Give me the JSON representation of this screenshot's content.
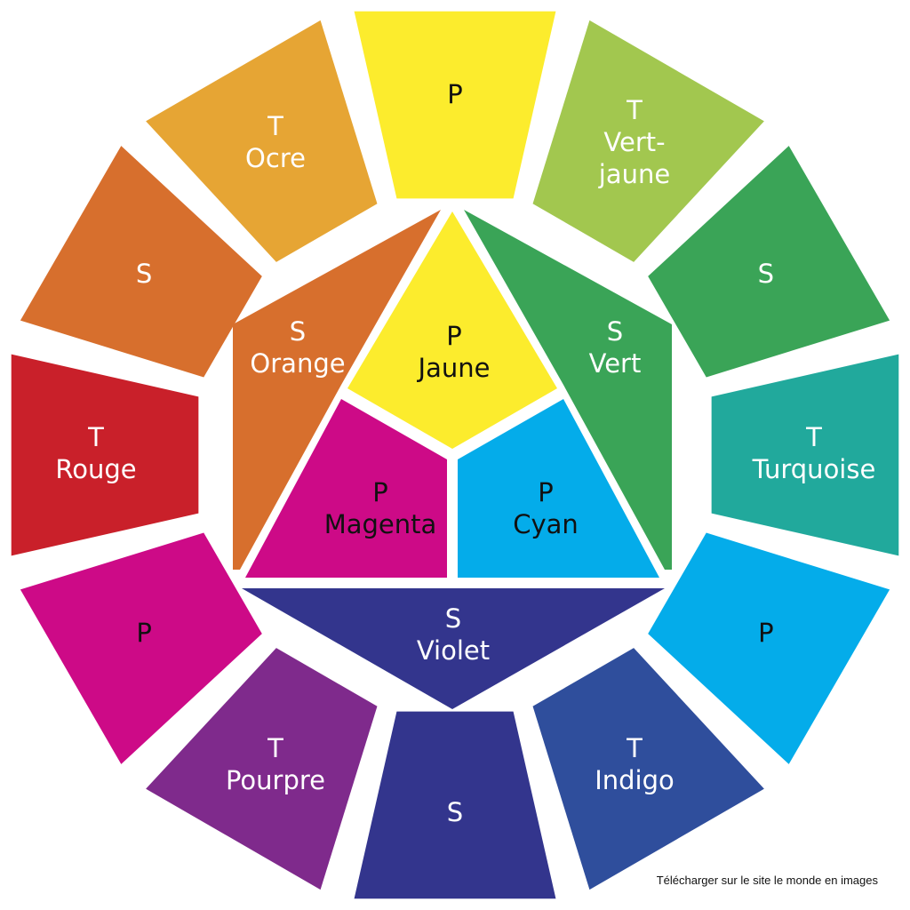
{
  "outer_ring": [
    {
      "lines": [
        "P"
      ],
      "color": "#fcec2d",
      "text_color": "#111111"
    },
    {
      "lines": [
        "T",
        "Vert-",
        "jaune"
      ],
      "color": "#a2c74f",
      "text_color": "#ffffff"
    },
    {
      "lines": [
        "S"
      ],
      "color": "#3aa457",
      "text_color": "#ffffff"
    },
    {
      "lines": [
        "T",
        "Turquoise"
      ],
      "color": "#21a99c",
      "text_color": "#ffffff"
    },
    {
      "lines": [
        "P"
      ],
      "color": "#04acea",
      "text_color": "#111111"
    },
    {
      "lines": [
        "T",
        "Indigo"
      ],
      "color": "#2f4e9c",
      "text_color": "#ffffff"
    },
    {
      "lines": [
        "S"
      ],
      "color": "#33358d",
      "text_color": "#ffffff"
    },
    {
      "lines": [
        "T",
        "Pourpre"
      ],
      "color": "#7f2a8c",
      "text_color": "#ffffff"
    },
    {
      "lines": [
        "P"
      ],
      "color": "#cd0a87",
      "text_color": "#111111"
    },
    {
      "lines": [
        "T",
        "Rouge"
      ],
      "color": "#c9202a",
      "text_color": "#ffffff"
    },
    {
      "lines": [
        "S"
      ],
      "color": "#d76f2d",
      "text_color": "#ffffff"
    },
    {
      "lines": [
        "T",
        "Ocre"
      ],
      "color": "#e6a534",
      "text_color": "#ffffff"
    }
  ],
  "inner_shapes": [
    {
      "id": "jaune",
      "lines": [
        "P",
        "Jaune"
      ],
      "color": "#fcec2d",
      "text_color": "#111111"
    },
    {
      "id": "orange",
      "lines": [
        "S",
        "Orange"
      ],
      "color": "#d76f2d",
      "text_color": "#ffffff"
    },
    {
      "id": "vert",
      "lines": [
        "S",
        "Vert"
      ],
      "color": "#3aa457",
      "text_color": "#ffffff"
    },
    {
      "id": "magenta",
      "lines": [
        "P",
        "Magenta"
      ],
      "color": "#cd0a87",
      "text_color": "#111111"
    },
    {
      "id": "cyan",
      "lines": [
        "P",
        "Cyan"
      ],
      "color": "#04acea",
      "text_color": "#111111"
    },
    {
      "id": "violet",
      "lines": [
        "S",
        "Violet"
      ],
      "color": "#33358d",
      "text_color": "#ffffff"
    }
  ],
  "caption": "Télécharger sur le site le monde en images"
}
